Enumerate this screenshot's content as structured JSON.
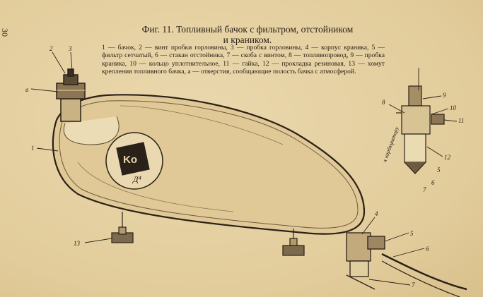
{
  "page": {
    "page_number": "30",
    "title_line1": "Фиг. 11. Топливный бачок с фильтром, отстойником",
    "title_line2": "и краником.",
    "caption": "1 — бачок, 2 — винт пробки горловины, 3 — пробка горловины, 4 — корпус краника, 5 — фильтр сетчатый, 6 — стакан отстойника, 7 — скоба с винтом, 8 — топливопровод, 9 — пробка краника, 10 — кольцо уплотнительное, 11 — гайка, 12 — прокладка резиновая, 13 — хомут крепления топливного бачка, а — отверстия, сообщающие полость бачка с атмосферой."
  },
  "figure": {
    "logo_text": "Ko",
    "model_text": "Д⁴",
    "side_text": "к карбюратору",
    "labels": {
      "a": "а",
      "n1": "1",
      "n2": "2",
      "n3": "3",
      "n4": "4",
      "n5": "5",
      "n6": "6",
      "n7": "7",
      "n8": "8",
      "n9": "9",
      "n10": "10",
      "n11": "11",
      "n12": "12",
      "n13": "13",
      "inset5": "5",
      "inset6": "6",
      "inset7": "7"
    }
  }
}
